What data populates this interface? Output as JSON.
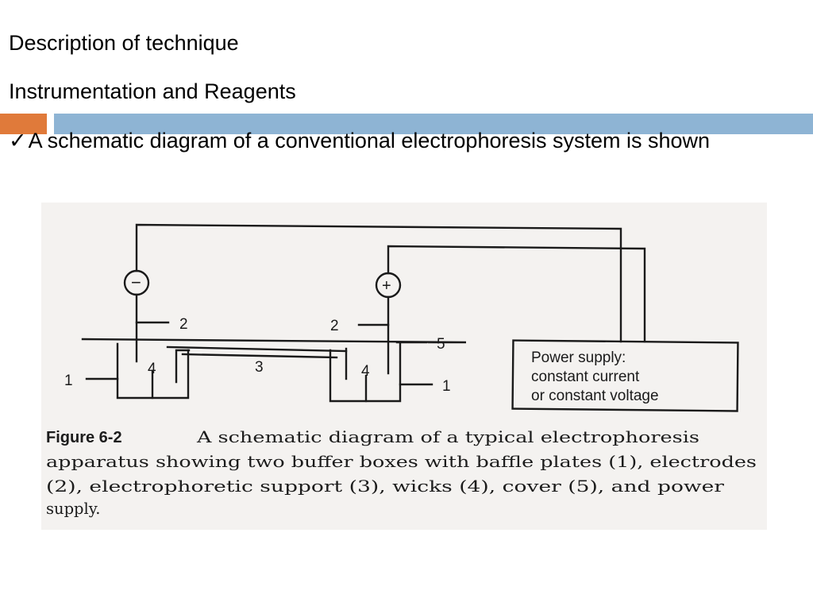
{
  "slide": {
    "heading_1": "Description of technique",
    "heading_2": "Instrumentation and Reagents",
    "bullet": {
      "check_glyph": "✓",
      "text": "A schematic diagram of a conventional electrophoresis system is shown"
    }
  },
  "figure": {
    "electrode_negative_symbol": "−",
    "electrode_positive_symbol": "+",
    "labels": {
      "baffle_left": "1",
      "baffle_right": "1",
      "electrode_left": "2",
      "electrode_right": "2",
      "support": "3",
      "wick_left": "4",
      "wick_right": "4",
      "cover": "5"
    },
    "power_supply": {
      "line_1": "Power supply:",
      "line_2": "constant current",
      "line_3": "or constant voltage"
    },
    "caption": {
      "label": "Figure 6-2",
      "line_1": "A schematic diagram of a typical electrophoresis",
      "line_2": "apparatus showing two buffer boxes with baffle plates (1), electrodes",
      "line_3": "(2), electrophoretic support (3), wicks (4), cover (5), and power",
      "line_4": "supply."
    }
  },
  "colors": {
    "accent_orange": "#e07a3a",
    "accent_blue": "#8eb4d4",
    "figure_background": "#f4f2f0",
    "line_color": "#1a1a1a"
  }
}
